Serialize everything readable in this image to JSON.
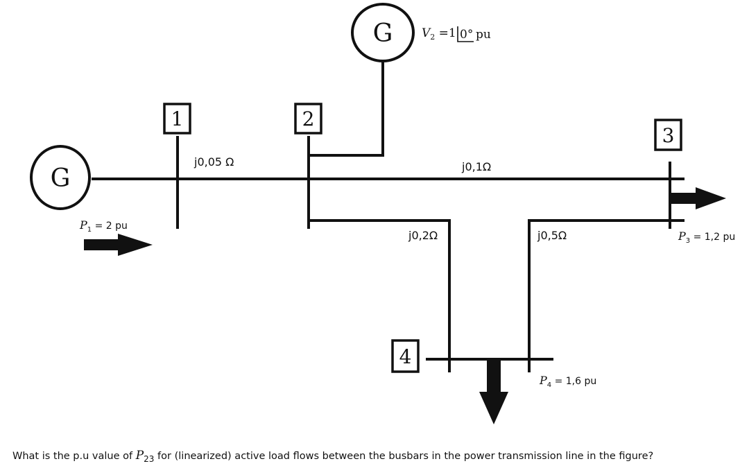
{
  "diagram": {
    "generators": {
      "left_label": "G",
      "top_label": "G"
    },
    "buses": {
      "bus1": "1",
      "bus2": "2",
      "bus3": "3",
      "bus4": "4"
    },
    "impedances": {
      "line_1_2": "j0,05 Ω",
      "line_2_3": "j0,1Ω",
      "line_2_4": "j0,2Ω",
      "line_3_4": "j0,5Ω"
    },
    "voltage": {
      "symbol": "V",
      "subscript": "2",
      "value": " =1 ",
      "angle": "0°",
      "unit": "pu"
    },
    "powers": {
      "p1": {
        "symbol": "P",
        "subscript": "1",
        "value": " = 2 pu"
      },
      "p3": {
        "symbol": "P",
        "subscript": "3",
        "value": " = 1,2 pu"
      },
      "p4": {
        "symbol": "P",
        "subscript": "4",
        "value": " = 1,6 pu"
      }
    }
  },
  "question": {
    "before": "What is the p.u value of ",
    "symbol": "P",
    "subscript": "23",
    "after": " for (linearized) active load flows between the busbars in the power transmission line in the figure?"
  }
}
